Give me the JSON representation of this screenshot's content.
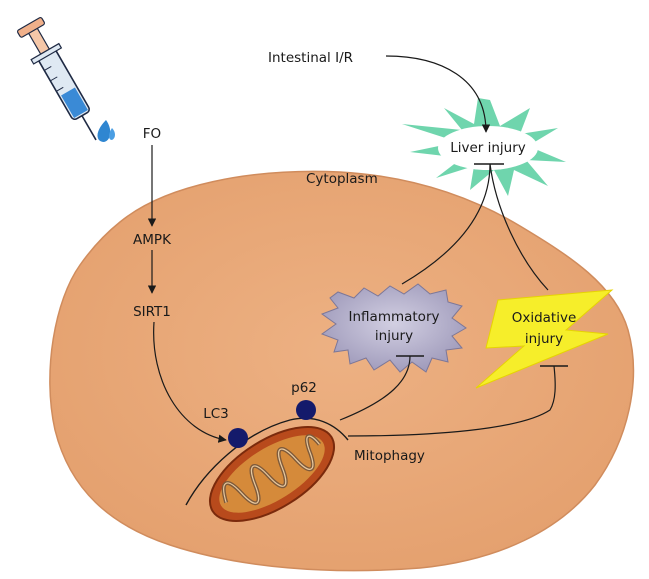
{
  "labels": {
    "intervention": "FO",
    "ampk": "AMPK",
    "sirt1": "SIRT1",
    "lc3": "LC3",
    "p62": "p62",
    "mitophagy": "Mitophagy",
    "cytoplasm": "Cytoplasm",
    "intestinal_ir": "Intestinal I/R",
    "liver_injury": "Liver injury",
    "inflammatory_line1": "Inflammatory",
    "inflammatory_line2": "injury",
    "oxidative_line1": "Oxidative",
    "oxidative_line2": "injury"
  },
  "colors": {
    "cell_fill": "#e9a977",
    "cell_stroke": "#d08c5d",
    "inflammatory_fill": "#b3aecb",
    "bolt_fill": "#f6ee2a",
    "burst_fill": "#5fd0a4",
    "protein_fill": "#141a6b",
    "mito_outer": "#b84a1c",
    "mito_inner": "#d58a3a",
    "syringe_body": "#dfe9f3",
    "syringe_fluid": "#3a8ad6",
    "syringe_plunger": "#f0b08a"
  },
  "icons": [
    "syringe-icon",
    "mitochondrion-icon",
    "starburst-icon",
    "lightning-bolt-icon"
  ]
}
